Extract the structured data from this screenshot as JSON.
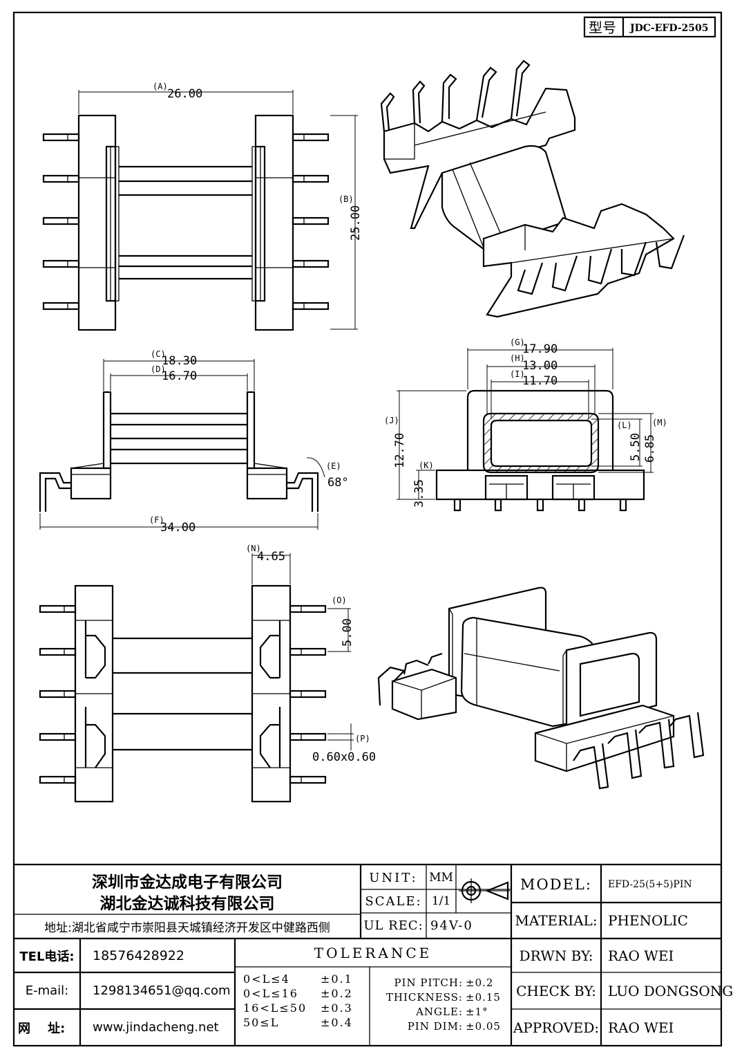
{
  "model_box": {
    "label": "型号",
    "value": "JDC-EFD-2505"
  },
  "dimensions": {
    "A": {
      "letter": "(A)",
      "value": "26.00"
    },
    "B": {
      "letter": "(B)",
      "value": "25.00"
    },
    "C": {
      "letter": "(C)",
      "value": "18.30"
    },
    "D": {
      "letter": "(D)",
      "value": "16.70"
    },
    "E": {
      "letter": "(E)",
      "value": "68°"
    },
    "F": {
      "letter": "(F)",
      "value": "34.00"
    },
    "G": {
      "letter": "(G)",
      "value": "17.90"
    },
    "H": {
      "letter": "(H)",
      "value": "13.00"
    },
    "I": {
      "letter": "(I)",
      "value": "11.70"
    },
    "J": {
      "letter": "(J)",
      "value": "12.70"
    },
    "K": {
      "letter": "(K)",
      "value": "3.35"
    },
    "L": {
      "letter": "(L)",
      "value": "5.50"
    },
    "M": {
      "letter": "(M)",
      "value": "6.85"
    },
    "N": {
      "letter": "(N)",
      "value": "4.65"
    },
    "O": {
      "letter": "(O)",
      "value": "5.00"
    },
    "P": {
      "letter": "(P)",
      "value": "0.60x0.60"
    }
  },
  "company": {
    "name_1": "深圳市金达成电子有限公司",
    "name_2": "湖北金达诚科技有限公司",
    "address": "地址:湖北省咸宁市崇阳县天城镇经济开发区中健路西侧"
  },
  "contact": {
    "tel_label": "TEL电话:",
    "tel": "18576428922",
    "email_label": "E-mail:",
    "email": "1298134651@qq.com",
    "web_label": "网    址:",
    "web": "www.jindacheng.net"
  },
  "spec": {
    "unit_label": "UNIT:",
    "unit": "MM",
    "scale_label": "SCALE:",
    "scale": "1/1",
    "ulrec_label": "UL REC:",
    "ulrec": "94V-0"
  },
  "tolerance": {
    "title": "TOLERANCE",
    "ranges": [
      {
        "range": "0<L≤4",
        "tol": "±0.1"
      },
      {
        "range": "0<L≤16",
        "tol": "±0.2"
      },
      {
        "range": "16<L≤50",
        "tol": "±0.3"
      },
      {
        "range": "50≤L",
        "tol": "±0.4"
      }
    ],
    "others": [
      {
        "label": "PIN PITCH:",
        "tol": "±0.2"
      },
      {
        "label": "THICKNESS:",
        "tol": "±0.15"
      },
      {
        "label": "ANGLE:",
        "tol": "±1°"
      },
      {
        "label": "PIN DIM:",
        "tol": "±0.05"
      }
    ]
  },
  "info": {
    "model_label": "MODEL:",
    "model": "EFD-25(5+5)PIN",
    "material_label": "MATERIAL:",
    "material": "PHENOLIC",
    "drawn_label": "DRWN BY:",
    "drawn": "RAO WEI",
    "check_label": "CHECK BY:",
    "check": "LUO DONGSONG",
    "approved_label": "APPROVED:",
    "approved": "RAO WEI"
  }
}
